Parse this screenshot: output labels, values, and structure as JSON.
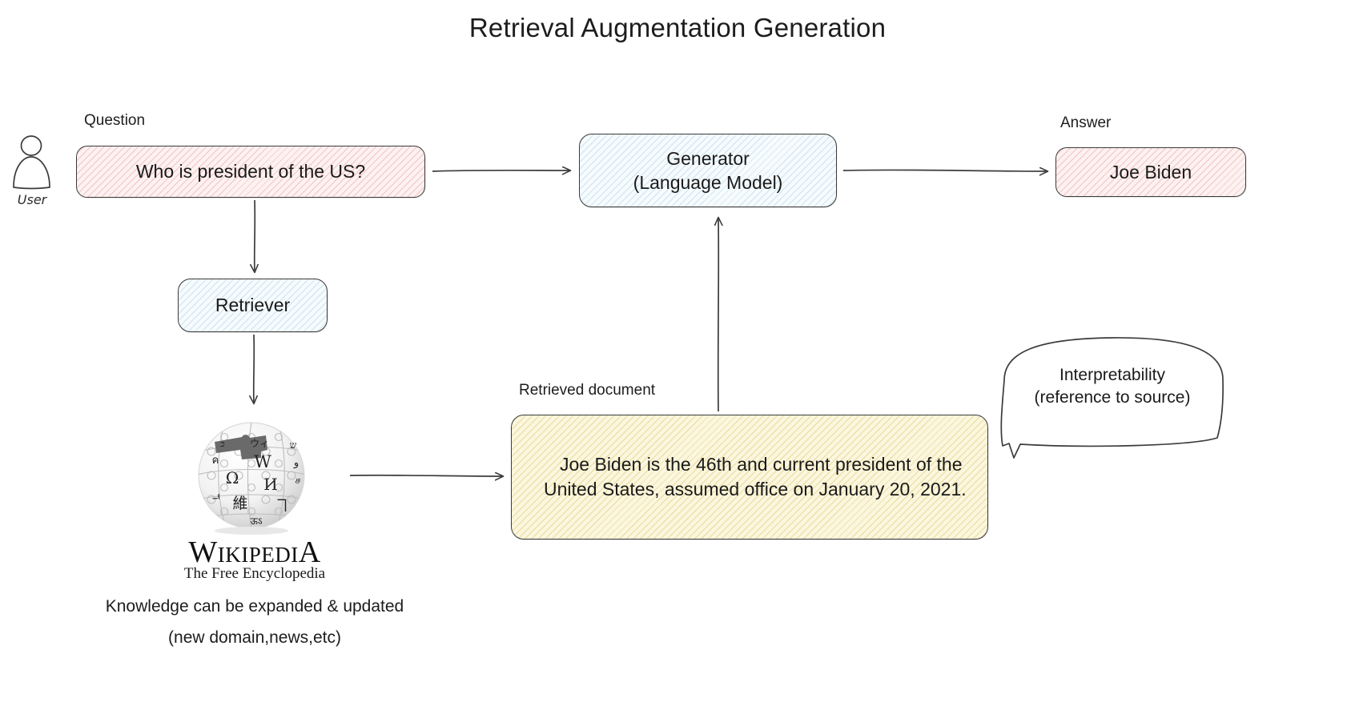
{
  "title": "Retrieval Augmentation Generation",
  "actor": {
    "icon": "user-person-icon",
    "label": "User"
  },
  "labels": {
    "question": "Question",
    "answer": "Answer",
    "retrieved_document": "Retrieved document"
  },
  "nodes": {
    "question": {
      "text": "Who is president of the US?",
      "fill": "#fdf1f1",
      "hatch": "#e28080"
    },
    "retriever": {
      "text": "Retriever",
      "fill": "#f6fbfd",
      "hatch": "#78afcd"
    },
    "generator": {
      "line1": "Generator",
      "line2": "(Language Model)",
      "fill": "#f6fbfd",
      "hatch": "#78afcd"
    },
    "answer": {
      "text": "Joe Biden",
      "fill": "#fdf1f1",
      "hatch": "#e28080"
    },
    "document": {
      "text": "Joe Biden is the 46th and current president of the United States, assumed office on January 20, 2021.",
      "fill": "#fbf6dd",
      "hatch": "#d0b23c"
    }
  },
  "knowledge_source": {
    "logo": "wikipedia-globe-icon",
    "wordmark_first": "W",
    "wordmark_rest": "IKIPEDI",
    "wordmark_last": "A",
    "tagline": "The Free Encyclopedia",
    "note_line1": "Knowledge can be expanded & updated",
    "note_line2": "(new domain,news,etc)"
  },
  "callout": {
    "line1": "Interpretability",
    "line2": "(reference to source)"
  },
  "arrows": [
    {
      "name": "question-to-generator",
      "from": "question",
      "to": "generator"
    },
    {
      "name": "question-to-retriever",
      "from": "question",
      "to": "retriever"
    },
    {
      "name": "retriever-to-wikipedia",
      "from": "retriever",
      "to": "wikipedia"
    },
    {
      "name": "wikipedia-to-document",
      "from": "wikipedia",
      "to": "document"
    },
    {
      "name": "document-to-generator",
      "from": "document",
      "to": "generator"
    },
    {
      "name": "generator-to-answer",
      "from": "generator",
      "to": "answer"
    }
  ]
}
